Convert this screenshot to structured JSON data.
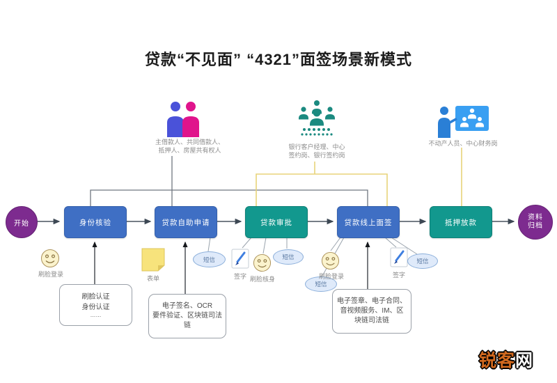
{
  "title": "贷款“不见面” “4321”面签场景新模式",
  "actors": {
    "borrowers": {
      "lines": [
        "主借款人、共同借款人、",
        "抵押人、房屋共有权人"
      ]
    },
    "bank_staff": {
      "lines": [
        "银行客户经理、中心",
        "签约岗、银行签约岗"
      ]
    },
    "estate_staff": {
      "lines": [
        "不动产人员、中心财务岗"
      ]
    }
  },
  "flow": {
    "start": "开始",
    "steps": [
      "身份核验",
      "贷款自助申请",
      "贷款审批",
      "贷款线上面签",
      "抵押放款"
    ],
    "end": "资料归档"
  },
  "tags": {
    "face_login": "刷脸登录",
    "form": "表单",
    "sign": "签字",
    "face_verify": "刷脸核身",
    "sms": "短信"
  },
  "notes": {
    "identity": {
      "lines": [
        "刷脸认证",
        "身份认证",
        "……"
      ]
    },
    "esign": {
      "lines": [
        "电子签名、OCR",
        "要件验证、区块链司法",
        "链"
      ]
    },
    "eseal": {
      "lines": [
        "电子签章、电子合同、",
        "音视频服务、IM、区",
        "块链司法链"
      ]
    }
  },
  "watermark": {
    "part1": "锐客",
    "part2": "网"
  },
  "colors": {
    "box_blue": "#3f6fc4",
    "box_teal": "#12988e",
    "circle_purple": "#7d2b8f",
    "connector_gray": "#6f7680",
    "connector_yellow": "#e8d47a",
    "borrower_blue": "#4a52d9",
    "borrower_magenta": "#e0148c",
    "bank_teal": "#1b8a80",
    "estate_blue": "#399ff2"
  }
}
